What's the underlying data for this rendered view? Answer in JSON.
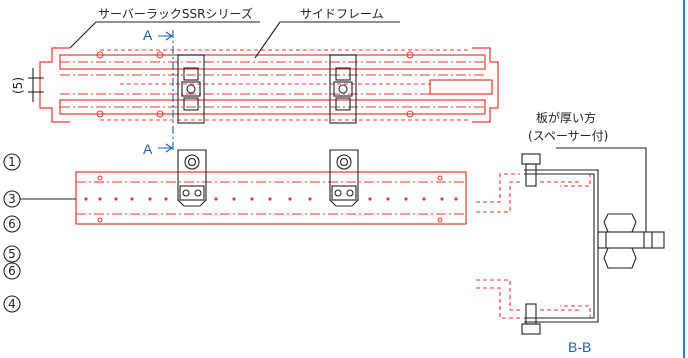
{
  "labels": {
    "server_rack": "サーバーラックSSRシリーズ",
    "side_frame": "サイドフレーム",
    "thick_side": "板が厚い方",
    "with_spacer": "(スペーサー付)",
    "dim_5": "(5)",
    "section_a_top": "A",
    "section_a_bottom": "A",
    "section_bb": "B-B"
  },
  "parts": [
    "1",
    "3",
    "6",
    "5",
    "6",
    "4"
  ],
  "colors": {
    "part_red": "#e8392f",
    "line_black": "#222222",
    "section_blue": "#1a5fa8",
    "border_blue": "#2a7fc0"
  }
}
